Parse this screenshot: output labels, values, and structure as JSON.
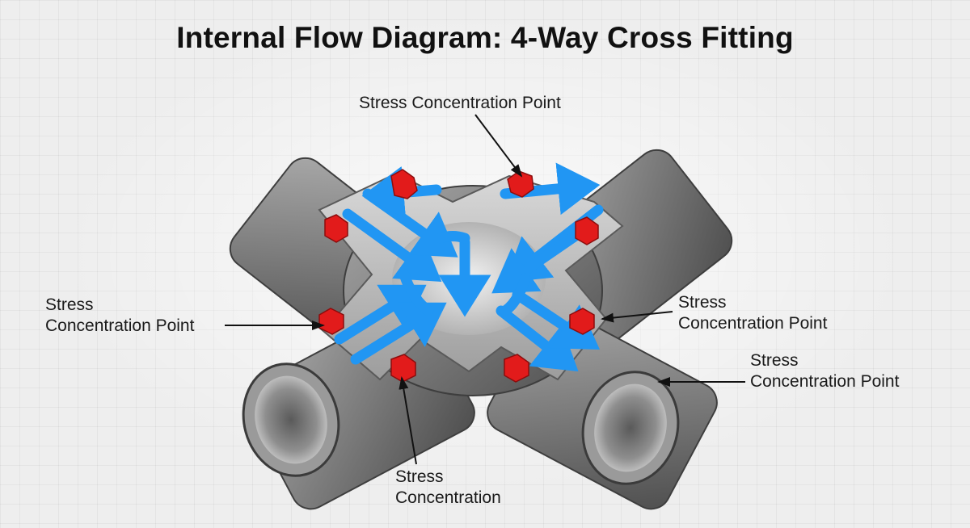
{
  "title": "Internal Flow Diagram: 4-Way Cross Fitting",
  "colors": {
    "pipe": "#8a8a8a",
    "pipe_dark": "#4a4a4a",
    "flow": "#2196f3",
    "stress": "#e21b1b"
  },
  "icons": [
    "flow-arrow-icon",
    "stress-marker-icon"
  ],
  "labels": {
    "top": {
      "line1": "Stress Concentration Point"
    },
    "left": {
      "line1": "Stress",
      "line2": "Concentration Point"
    },
    "right_mid": {
      "line1": "Stress",
      "line2": "Concentration Point"
    },
    "right_low": {
      "line1": "Stress",
      "line2": "Concentration Point"
    },
    "bottom": {
      "line1": "Stress",
      "line2": "Concentration"
    }
  }
}
